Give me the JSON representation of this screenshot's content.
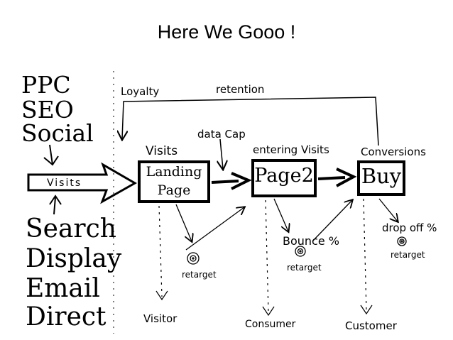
{
  "title": "Here We Gooo !",
  "sources_top": [
    "PPC",
    "SEO",
    "Social"
  ],
  "sources_bottom": [
    "Search",
    "Display",
    "Email",
    "Direct"
  ],
  "visits_arrow_label": "Visits",
  "loyalty_label": "Loyalty",
  "retention_label": "retention",
  "data_cap_label": "data Cap",
  "visits_label": "Visits",
  "entering_visits_label": "entering Visits",
  "conversions_label": "Conversions",
  "box_landing_line1": "Landing",
  "box_landing_line2": "Page",
  "box_page2": "Page2",
  "box_buy": "Buy",
  "bounce_label": "Bounce %",
  "drop_off_label": "drop off %",
  "retarget_label": "retarget",
  "visitor_label": "Visitor",
  "consumer_label": "Consumer",
  "customer_label": "Customer",
  "colors": {
    "ink": "#000000",
    "background": "#ffffff"
  }
}
